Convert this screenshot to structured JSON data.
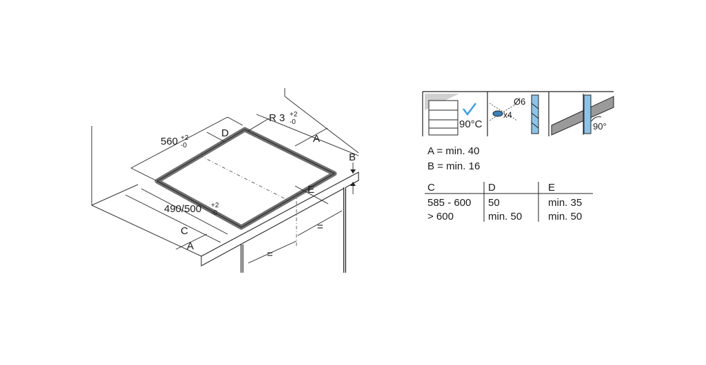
{
  "installation": {
    "labels": {
      "width": "560",
      "width_tol_plus": "+2",
      "width_tol_minus": "-0",
      "depth": "490/500",
      "depth_tol_plus": "+2",
      "depth_tol_minus": "-0",
      "radius": "R 3",
      "radius_tol_plus": "+2",
      "radius_tol_minus": "-0",
      "a_top": "A",
      "a_bottom": "A",
      "b": "B",
      "c": "C",
      "d": "D",
      "e": "E",
      "equal_1": "=",
      "equal_2": "="
    }
  },
  "panels": {
    "temp_label": "90°C",
    "screws_label": "x4",
    "drill_label": "Ø6",
    "angle_label": "90°"
  },
  "requirements": {
    "a_line": "A = min. 40",
    "b_line": "B = min. 16"
  },
  "clearance_table": {
    "headers": [
      "C",
      "D",
      "E"
    ],
    "rows": [
      [
        "585 - 600",
        "50",
        "min. 35"
      ],
      [
        "> 600",
        "min. 50",
        "min. 50"
      ]
    ]
  },
  "colors": {
    "cutout_frame": "#6f6f6f",
    "check_blue": "#3aa0d8",
    "drill_blue": "#8fc3e6",
    "panel_gray": "#9a9a9a"
  }
}
